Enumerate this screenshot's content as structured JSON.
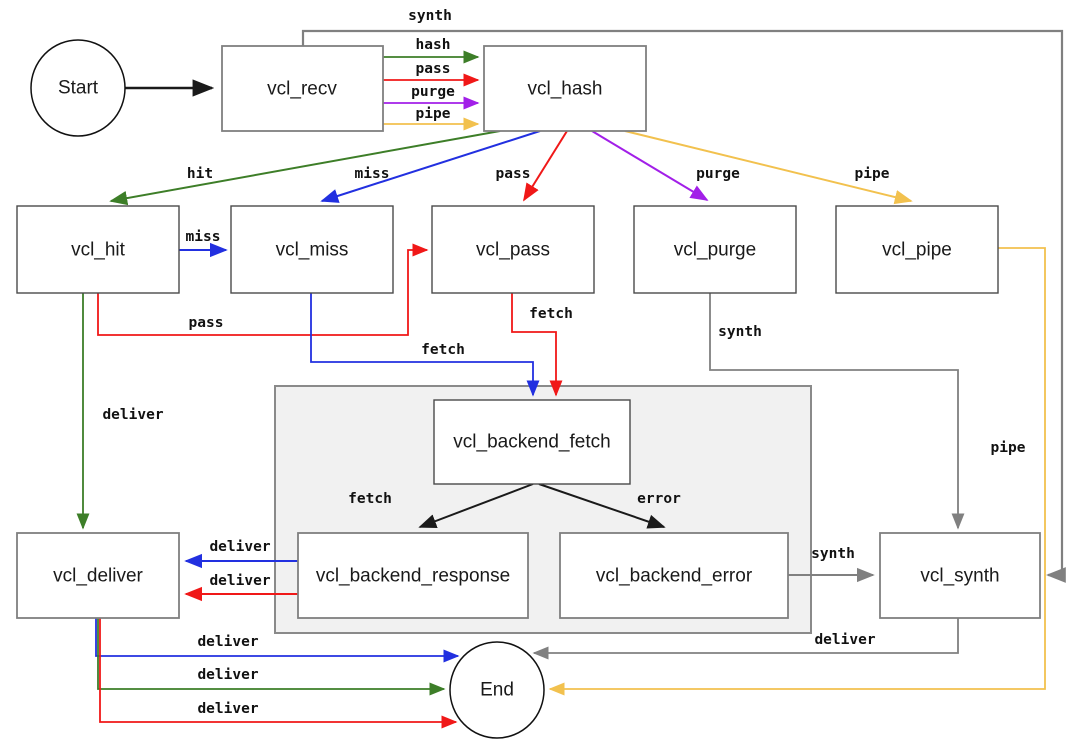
{
  "diagram": {
    "title": "",
    "nodes": [
      {
        "id": "start",
        "label": "Start",
        "shape": "circle"
      },
      {
        "id": "vcl_recv",
        "label": "vcl_recv",
        "shape": "rect"
      },
      {
        "id": "vcl_hash",
        "label": "vcl_hash",
        "shape": "rect"
      },
      {
        "id": "vcl_hit",
        "label": "vcl_hit",
        "shape": "rect"
      },
      {
        "id": "vcl_miss",
        "label": "vcl_miss",
        "shape": "rect"
      },
      {
        "id": "vcl_pass",
        "label": "vcl_pass",
        "shape": "rect"
      },
      {
        "id": "vcl_purge",
        "label": "vcl_purge",
        "shape": "rect"
      },
      {
        "id": "vcl_pipe",
        "label": "vcl_pipe",
        "shape": "rect"
      },
      {
        "id": "vcl_backend_fetch",
        "label": "vcl_backend_fetch",
        "shape": "rect"
      },
      {
        "id": "vcl_backend_response",
        "label": "vcl_backend_response",
        "shape": "rect"
      },
      {
        "id": "vcl_backend_error",
        "label": "vcl_backend_error",
        "shape": "rect"
      },
      {
        "id": "vcl_synth",
        "label": "vcl_synth",
        "shape": "rect"
      },
      {
        "id": "vcl_deliver",
        "label": "vcl_deliver",
        "shape": "rect"
      },
      {
        "id": "end",
        "label": "End",
        "shape": "circle"
      }
    ],
    "edges": [
      {
        "from": "start",
        "to": "vcl_recv",
        "label": "",
        "color": "black"
      },
      {
        "from": "vcl_recv",
        "to": "vcl_hash",
        "label": "hash",
        "color": "green"
      },
      {
        "from": "vcl_recv",
        "to": "vcl_hash",
        "label": "pass",
        "color": "red"
      },
      {
        "from": "vcl_recv",
        "to": "vcl_hash",
        "label": "purge",
        "color": "purple"
      },
      {
        "from": "vcl_recv",
        "to": "vcl_hash",
        "label": "pipe",
        "color": "yellow"
      },
      {
        "from": "vcl_recv",
        "to": "vcl_synth",
        "label": "synth",
        "color": "gray"
      },
      {
        "from": "vcl_hash",
        "to": "vcl_hit",
        "label": "hit",
        "color": "green"
      },
      {
        "from": "vcl_hash",
        "to": "vcl_miss",
        "label": "miss",
        "color": "blue"
      },
      {
        "from": "vcl_hash",
        "to": "vcl_pass",
        "label": "pass",
        "color": "red"
      },
      {
        "from": "vcl_hash",
        "to": "vcl_purge",
        "label": "purge",
        "color": "purple"
      },
      {
        "from": "vcl_hash",
        "to": "vcl_pipe",
        "label": "pipe",
        "color": "yellow"
      },
      {
        "from": "vcl_hit",
        "to": "vcl_miss",
        "label": "miss",
        "color": "blue"
      },
      {
        "from": "vcl_hit",
        "to": "vcl_pass",
        "label": "pass",
        "color": "red"
      },
      {
        "from": "vcl_hit",
        "to": "vcl_deliver",
        "label": "deliver",
        "color": "green"
      },
      {
        "from": "vcl_miss",
        "to": "vcl_backend_fetch",
        "label": "fetch",
        "color": "blue"
      },
      {
        "from": "vcl_pass",
        "to": "vcl_backend_fetch",
        "label": "fetch",
        "color": "red"
      },
      {
        "from": "vcl_purge",
        "to": "vcl_synth",
        "label": "synth",
        "color": "gray"
      },
      {
        "from": "vcl_pipe",
        "to": "end",
        "label": "pipe",
        "color": "yellow"
      },
      {
        "from": "vcl_backend_fetch",
        "to": "vcl_backend_response",
        "label": "fetch",
        "color": "black"
      },
      {
        "from": "vcl_backend_fetch",
        "to": "vcl_backend_error",
        "label": "error",
        "color": "black"
      },
      {
        "from": "vcl_backend_response",
        "to": "vcl_deliver",
        "label": "deliver",
        "color": "blue"
      },
      {
        "from": "vcl_backend_response",
        "to": "vcl_deliver",
        "label": "deliver",
        "color": "red"
      },
      {
        "from": "vcl_backend_error",
        "to": "vcl_synth",
        "label": "synth",
        "color": "gray"
      },
      {
        "from": "vcl_synth",
        "to": "end",
        "label": "deliver",
        "color": "gray"
      },
      {
        "from": "vcl_deliver",
        "to": "end",
        "label": "deliver",
        "color": "blue"
      },
      {
        "from": "vcl_deliver",
        "to": "end",
        "label": "deliver",
        "color": "green"
      },
      {
        "from": "vcl_deliver",
        "to": "end",
        "label": "deliver",
        "color": "red"
      }
    ]
  },
  "colors": {
    "black": "#1a1a1a",
    "green": "#3d7e28",
    "red": "#f01818",
    "blue": "#2230e0",
    "purple": "#a21fe8",
    "yellow": "#f2c14e",
    "gray": "#808080",
    "node_border": "#4a4a4a",
    "node_border_gray": "#7f7f7f",
    "circle_border": "#111111",
    "cluster_fill": "#f1f1f1",
    "cluster_border": "#8a8a8a"
  }
}
